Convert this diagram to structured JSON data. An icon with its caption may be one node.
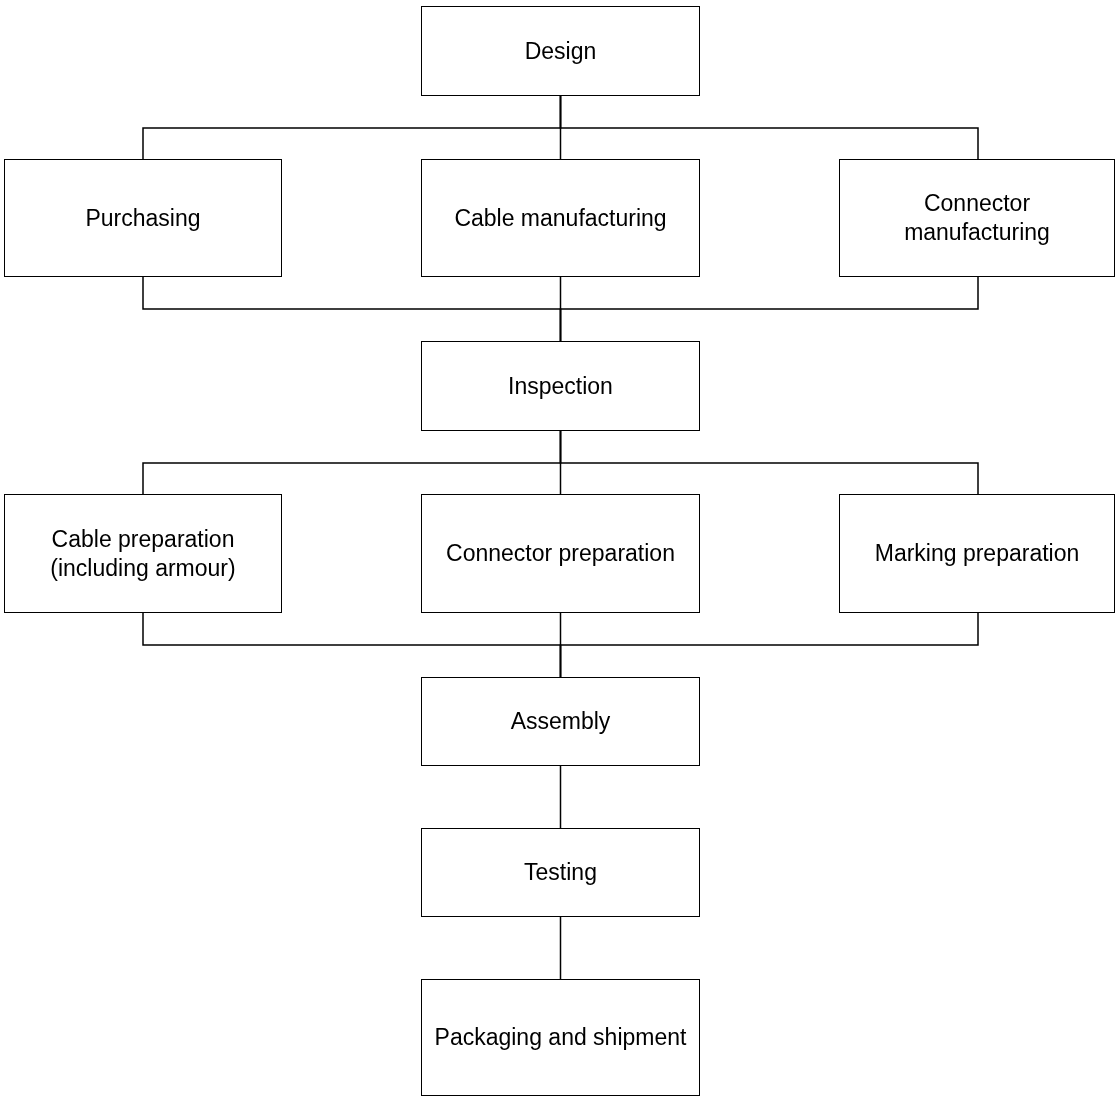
{
  "diagram": {
    "nodes": [
      {
        "text": [
          "Design"
        ]
      },
      {
        "text": [
          "Purchasing"
        ]
      },
      {
        "text": [
          "Cable manufacturing"
        ]
      },
      {
        "text": [
          "Connector manufacturing"
        ]
      },
      {
        "text": [
          "Inspection"
        ]
      },
      {
        "text": [
          "Cable preparation (including armour)"
        ]
      },
      {
        "text": [
          "Connector preparation"
        ]
      },
      {
        "text": [
          "Marking preparation"
        ]
      },
      {
        "text": [
          "Assembly"
        ]
      },
      {
        "text": [
          "Testing"
        ]
      },
      {
        "text": [
          "Packaging and shipment"
        ]
      }
    ],
    "edges": [
      {
        "from": 0,
        "to": 1,
        "arrow": "none"
      },
      {
        "from": 0,
        "to": 2,
        "arrow": "none"
      },
      {
        "from": 0,
        "to": 3,
        "arrow": "none"
      },
      {
        "from": 1,
        "to": 4,
        "arrow": "none"
      },
      {
        "from": 2,
        "to": 4,
        "arrow": "none"
      },
      {
        "from": 3,
        "to": 4,
        "arrow": "none"
      },
      {
        "from": 4,
        "to": 5,
        "arrow": "none"
      },
      {
        "from": 4,
        "to": 6,
        "arrow": "none"
      },
      {
        "from": 4,
        "to": 7,
        "arrow": "none"
      },
      {
        "from": 5,
        "to": 8,
        "arrow": "none"
      },
      {
        "from": 6,
        "to": 8,
        "arrow": "none"
      },
      {
        "from": 7,
        "to": 8,
        "arrow": "none"
      },
      {
        "from": 8,
        "to": 9,
        "arrow": "none"
      },
      {
        "from": 9,
        "to": 10,
        "arrow": "none"
      }
    ]
  }
}
